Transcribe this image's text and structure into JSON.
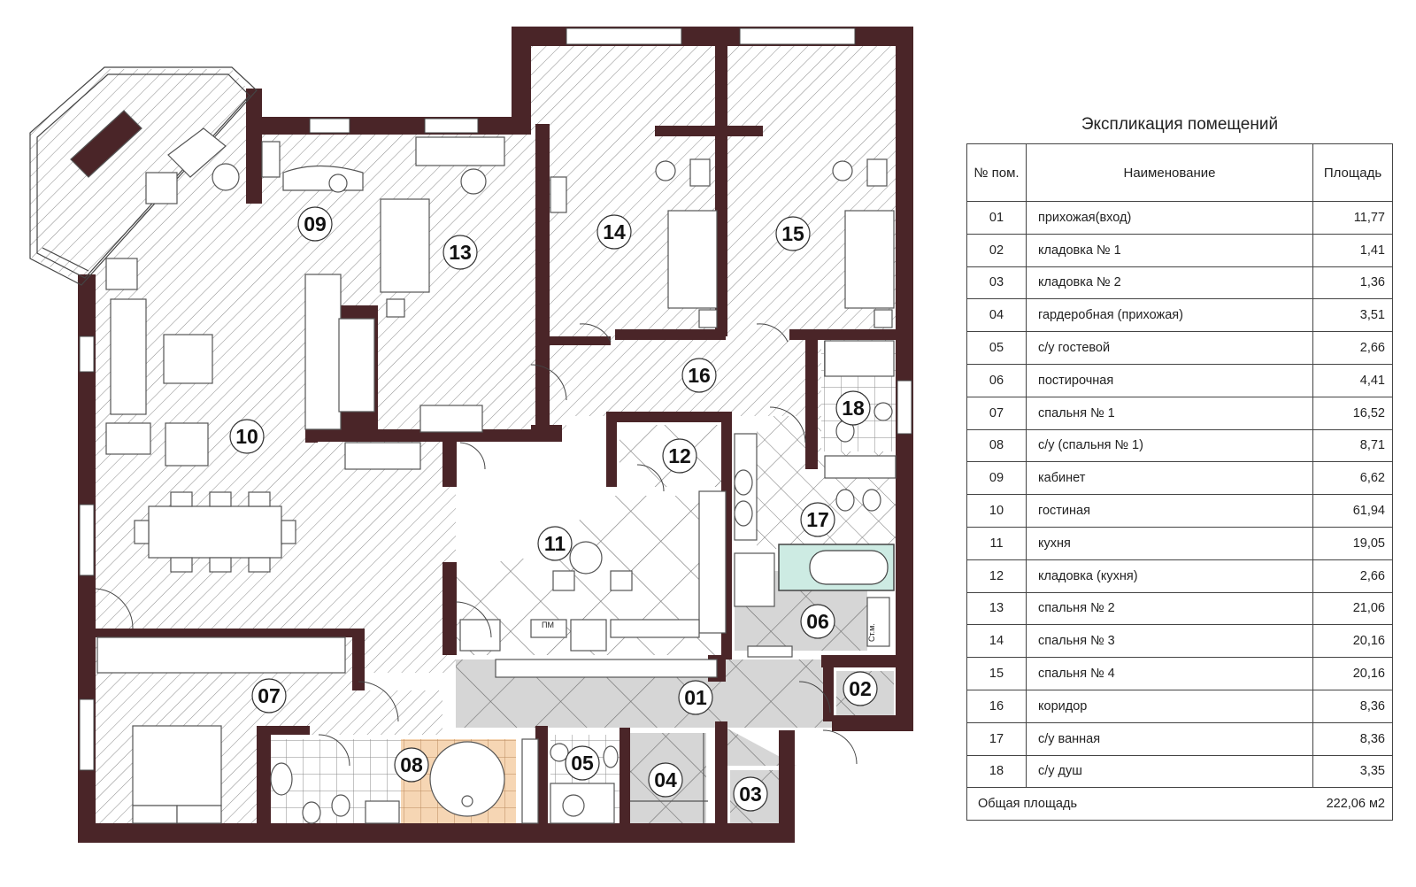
{
  "colors": {
    "wall": "#4a2528",
    "hatch": "#8a8a8a",
    "tile_light": "#ffffff",
    "tile_gray": "#d6d6d6",
    "tile_orange": "#f6d6b4",
    "bath": "#cdebe3"
  },
  "plan": {
    "rooms": [
      {
        "num": "01"
      },
      {
        "num": "02"
      },
      {
        "num": "03"
      },
      {
        "num": "04"
      },
      {
        "num": "05"
      },
      {
        "num": "06"
      },
      {
        "num": "07"
      },
      {
        "num": "08"
      },
      {
        "num": "09"
      },
      {
        "num": "10"
      },
      {
        "num": "11"
      },
      {
        "num": "12"
      },
      {
        "num": "13"
      },
      {
        "num": "14"
      },
      {
        "num": "15"
      },
      {
        "num": "16"
      },
      {
        "num": "17"
      },
      {
        "num": "18"
      }
    ],
    "tags": {
      "pm": "ПМ",
      "stm": "Ст.м."
    }
  },
  "legend": {
    "title": "Экспликация помещений",
    "headers": {
      "no": "№ пом.",
      "name": "Наименование",
      "area": "Площадь"
    },
    "rows": [
      {
        "no": "01",
        "name": "прихожая(вход)",
        "area": "11,77"
      },
      {
        "no": "02",
        "name": "кладовка № 1",
        "area": "1,41"
      },
      {
        "no": "03",
        "name": "кладовка № 2",
        "area": "1,36"
      },
      {
        "no": "04",
        "name": "гардеробная (прихожая)",
        "area": "3,51"
      },
      {
        "no": "05",
        "name": "с/у гостевой",
        "area": "2,66"
      },
      {
        "no": "06",
        "name": "постирочная",
        "area": "4,41"
      },
      {
        "no": "07",
        "name": "спальня № 1",
        "area": "16,52"
      },
      {
        "no": "08",
        "name": "с/у (спальня № 1)",
        "area": "8,71"
      },
      {
        "no": "09",
        "name": "кабинет",
        "area": "6,62"
      },
      {
        "no": "10",
        "name": "гостиная",
        "area": "61,94"
      },
      {
        "no": "11",
        "name": "кухня",
        "area": "19,05"
      },
      {
        "no": "12",
        "name": "кладовка (кухня)",
        "area": "2,66"
      },
      {
        "no": "13",
        "name": "спальня № 2",
        "area": "21,06"
      },
      {
        "no": "14",
        "name": "спальня № 3",
        "area": "20,16"
      },
      {
        "no": "15",
        "name": "спальня № 4",
        "area": "20,16"
      },
      {
        "no": "16",
        "name": "коридор",
        "area": "8,36"
      },
      {
        "no": "17",
        "name": "с/у ванная",
        "area": "8,36"
      },
      {
        "no": "18",
        "name": "с/у душ",
        "area": "3,35"
      }
    ],
    "total": {
      "label": "Общая площадь",
      "value": "222,06 м2"
    }
  }
}
